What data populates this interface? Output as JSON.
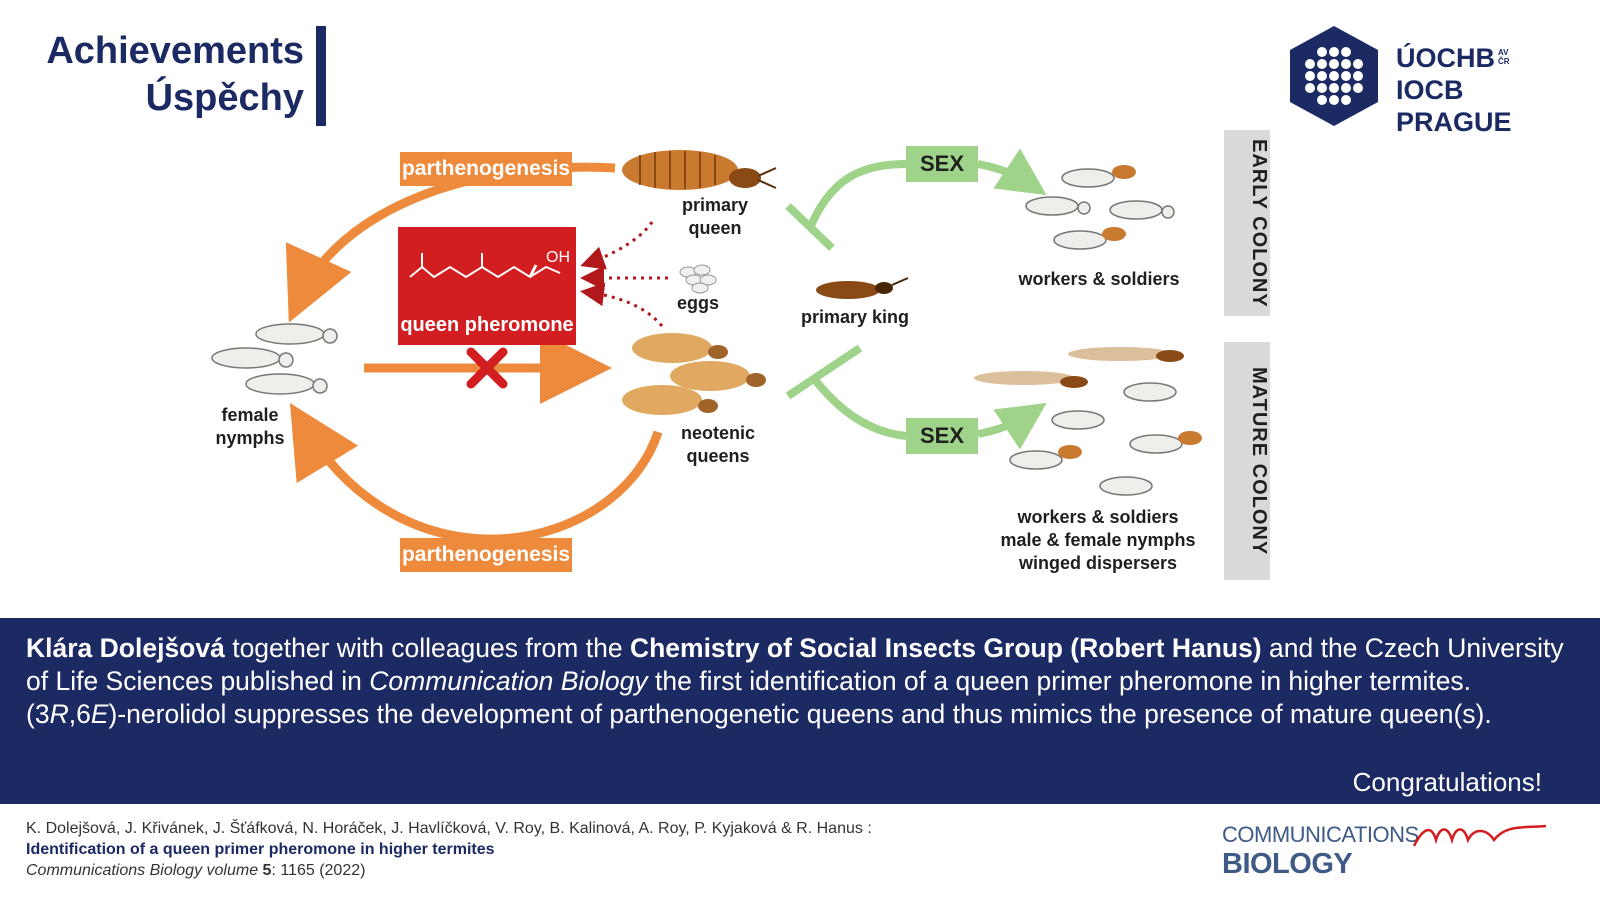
{
  "header": {
    "title_line1": "Achievements",
    "title_line2": "Úspěchy"
  },
  "logo": {
    "line1": "ÚOCHB",
    "line2": "IOCB PRAGUE",
    "small_line1": "AV",
    "small_line2": "ČR"
  },
  "diagram": {
    "parthenogenesis_top": "parthenogenesis",
    "parthenogenesis_bottom": "parthenogenesis",
    "pheromone_label": "queen pheromone",
    "pheromone_oh": "OH",
    "primary_queen": [
      "primary",
      "queen"
    ],
    "eggs": "eggs",
    "primary_king": "primary king",
    "female_nymphs": [
      "female",
      "nymphs"
    ],
    "neotenic_queens": [
      "neotenic",
      "queens"
    ],
    "sex_top": "SEX",
    "sex_bottom": "SEX",
    "workers_soldiers_early": "workers & soldiers",
    "mature_labels": [
      "workers & soldiers",
      "male & female nymphs",
      "winged dispersers"
    ],
    "early_colony": "EARLY COLONY",
    "mature_colony": "MATURE COLONY"
  },
  "banner": {
    "name": "Klára Dolejšová",
    "t1": " together with colleagues from the ",
    "group": "Chemistry of Social Insects Group (Robert Hanus)",
    "t2": " and the Czech University of Life Sciences published in ",
    "journal": "Communication Biology",
    "t3": " the first identification of a queen primer pheromone in higher termites. (3",
    "r": "R",
    "t4": ",6",
    "e": "E",
    "t5": ")-nerolidol suppresses the development of parthenogenetic queens and thus mimics the presence of mature queen(s).",
    "congrats": "Congratulations!"
  },
  "reference": {
    "authors": "K. Dolejšová, J. Křivánek, J. Šťáfková, N. Horáček, J. Havlíčková, V. Roy, B. Kalinová, A. Roy, P. Kyjaková & R. Hanus :",
    "title": "Identification of a queen primer pheromone in higher termites",
    "journal_a": "Communications Biology volume ",
    "volume": "5",
    "journal_b": ": 1165 (2022)"
  },
  "journal_logo": {
    "line1": "COMMUNICATIONS",
    "line2": "BIOLOGY"
  },
  "colors": {
    "navy": "#1c2a63",
    "orange": "#ee8a3c",
    "green": "#9fd38a",
    "red": "#d31e21",
    "termite_brown": "#c97a2e",
    "termite_white": "#eeeeea"
  }
}
